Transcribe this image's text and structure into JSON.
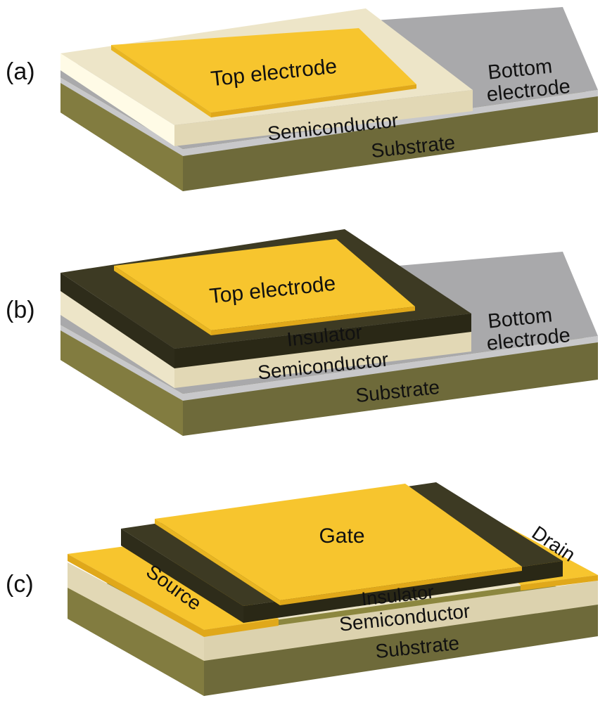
{
  "panels": [
    {
      "id": "a",
      "label": "(a)",
      "layers": {
        "top_electrode": "Top electrode",
        "semiconductor": "Semiconductor",
        "bottom_electrode_line1": "Bottom",
        "bottom_electrode_line2": "electrode",
        "substrate": "Substrate"
      }
    },
    {
      "id": "b",
      "label": "(b)",
      "layers": {
        "top_electrode": "Top electrode",
        "insulator": "Insulator",
        "semiconductor": "Semiconductor",
        "bottom_electrode_line1": "Bottom",
        "bottom_electrode_line2": "electrode",
        "substrate": "Substrate"
      }
    },
    {
      "id": "c",
      "label": "(c)",
      "layers": {
        "gate": "Gate",
        "drain": "Drain",
        "source": "Source",
        "insulator": "Insulator",
        "semiconductor": "Semiconductor",
        "substrate": "Substrate"
      }
    }
  ],
  "colors": {
    "gold": "#F7C52E",
    "gold_side": "#E0A81A",
    "semiconductor": "#EDE5C8",
    "semiconductor_side": "#DCD2AE",
    "semiconductor_highlight": "#FFFBE6",
    "gray": "#A9A9AB",
    "gray_side": "#C8C8CA",
    "substrate": "#6E6A3A",
    "substrate_side": "#85803F",
    "insulator": "#3D3A23",
    "insulator_side": "#2E2C1A"
  }
}
